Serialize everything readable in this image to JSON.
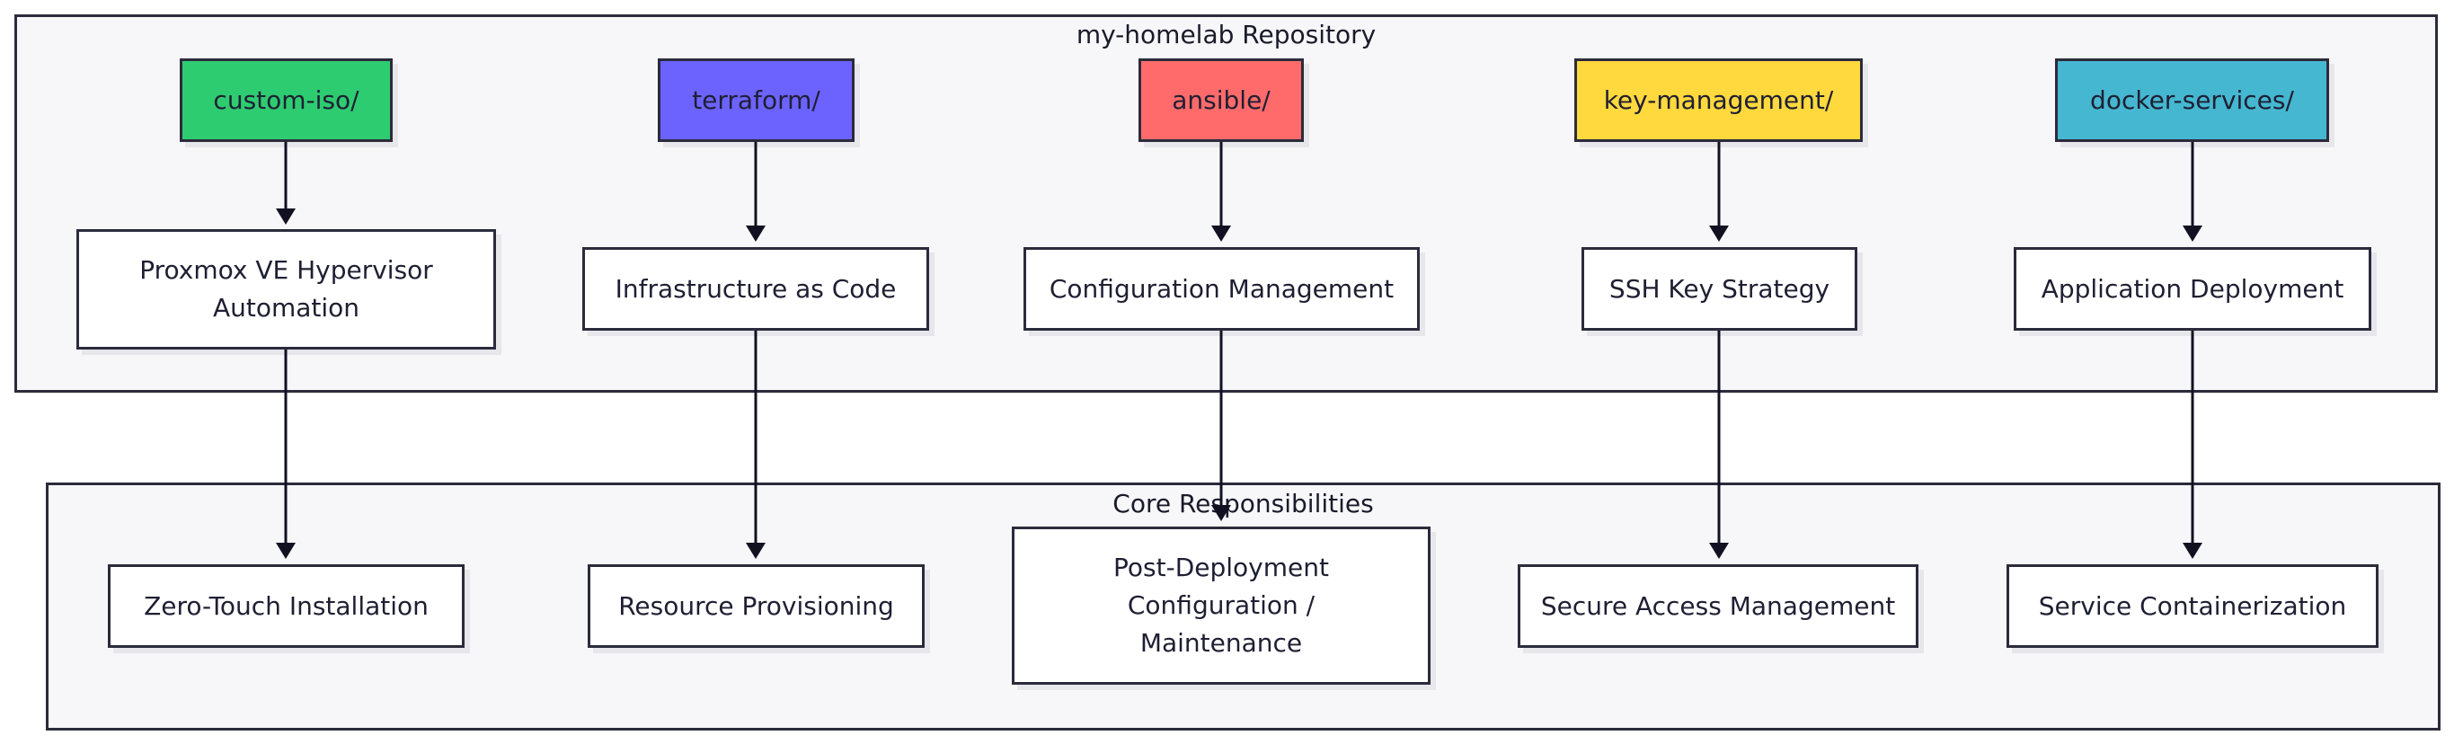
{
  "clusters": {
    "repo": {
      "title": "my-homelab Repository"
    },
    "core": {
      "title": "Core Responsibilities"
    }
  },
  "folders": [
    {
      "label": "custom-iso/",
      "color": "#2ecc71"
    },
    {
      "label": "terraform/",
      "color": "#6c63ff"
    },
    {
      "label": "ansible/",
      "color": "#ff6b6b"
    },
    {
      "label": "key-management/",
      "color": "#ffd93d"
    },
    {
      "label": "docker-services/",
      "color": "#45b7d1"
    }
  ],
  "components": [
    {
      "label": "Proxmox VE Hypervisor\nAutomation"
    },
    {
      "label": "Infrastructure as Code"
    },
    {
      "label": "Configuration Management"
    },
    {
      "label": "SSH Key Strategy"
    },
    {
      "label": "Application Deployment"
    }
  ],
  "responsibilities": [
    {
      "label": "Zero-Touch Installation"
    },
    {
      "label": "Resource Provisioning"
    },
    {
      "label": "Post-Deployment\nConfiguration /\nMaintenance"
    },
    {
      "label": "Secure Access Management"
    },
    {
      "label": "Service Containerization"
    }
  ],
  "colors": {
    "stroke": "#2b2b3c",
    "cluster_fill": "#f7f7fa",
    "node_fill": "#ffffff"
  }
}
